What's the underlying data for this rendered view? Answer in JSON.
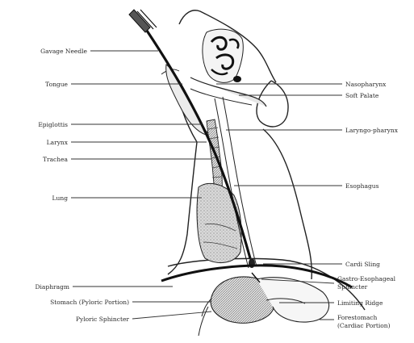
{
  "labels": {
    "gavage_needle": "Gavage Needle",
    "tongue": "Tongue",
    "epiglottis": "Epiglottis",
    "larynx": "Larynx",
    "trachea": "Trachea",
    "lung": "Lung",
    "diaphragm": "Diaphragm",
    "stomach_pyloric": "Stomach (Pyloric Portion)",
    "pyloric_sphincter": "Pyloric Sphincter",
    "nasopharynx": "Nasopharynx",
    "soft_palate": "Soft Palate",
    "laryngopharynx": "Laryngo-pharynx",
    "esophagus": "Esophagus",
    "cardi_sling": "Cardi Sling",
    "gastro_esophageal_1": "Gastro-Esophageal",
    "gastro_esophageal_2": "Sphincter",
    "limiting_ridge": "Limiting Ridge",
    "forestomach_1": "Forestomach",
    "forestomach_2": "(Cardiac Portion)"
  }
}
